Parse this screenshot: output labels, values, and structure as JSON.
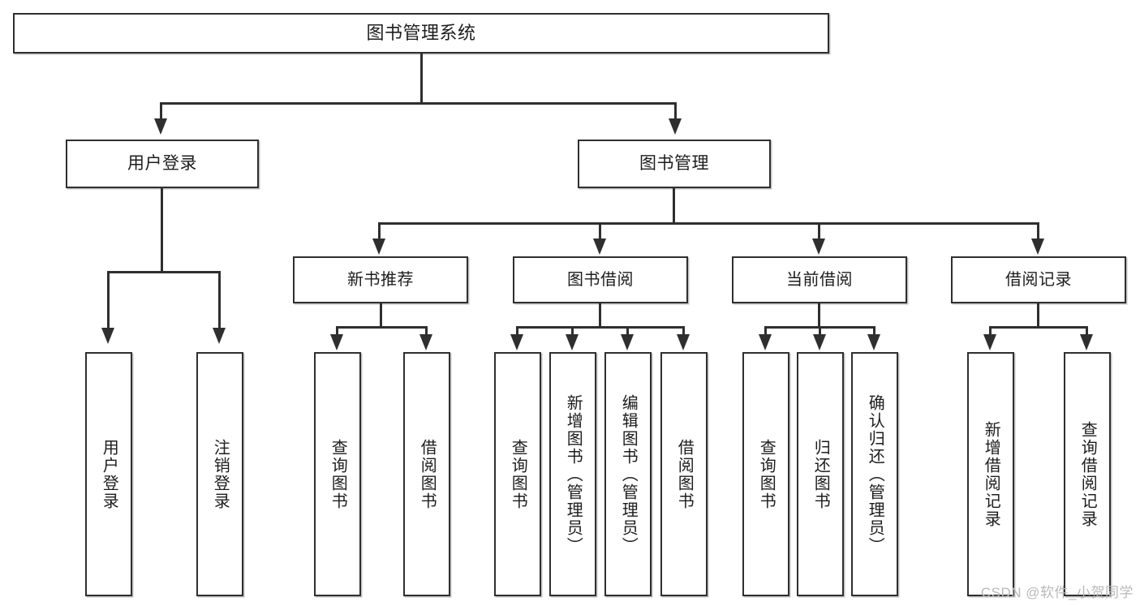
{
  "diagram": {
    "type": "tree-hierarchy-chart",
    "title": "图书管理系统",
    "watermark": "CSDN @软件_小贺同学",
    "colors": {
      "background": "#ffffff",
      "stroke": "#2f2f2f",
      "text": "#1d1d1d",
      "watermark": "#b9b9b9"
    },
    "root": {
      "label": "图书管理系统"
    },
    "level1": [
      {
        "id": "user-login",
        "label": "用户登录"
      },
      {
        "id": "book-manage",
        "label": "图书管理"
      }
    ],
    "level2": [
      {
        "id": "new-book-recommend",
        "label": "新书推荐"
      },
      {
        "id": "book-borrow",
        "label": "图书借阅"
      },
      {
        "id": "current-borrow",
        "label": "当前借阅"
      },
      {
        "id": "borrow-record",
        "label": "借阅记录"
      }
    ],
    "leaves": {
      "user-login": [
        {
          "id": "leaf-user-login",
          "label": "用户登录"
        },
        {
          "id": "leaf-logout-login",
          "label": "注销登录"
        }
      ],
      "new-book-recommend": [
        {
          "id": "leaf-query-book-1",
          "label": "查询图书"
        },
        {
          "id": "leaf-borrow-book-1",
          "label": "借阅图书"
        }
      ],
      "book-borrow": [
        {
          "id": "leaf-query-book-2",
          "label": "查询图书"
        },
        {
          "id": "leaf-add-book",
          "label": "新增图书（管理员）"
        },
        {
          "id": "leaf-edit-book",
          "label": "编辑图书（管理员）"
        },
        {
          "id": "leaf-borrow-book-2",
          "label": "借阅图书"
        }
      ],
      "current-borrow": [
        {
          "id": "leaf-query-book-3",
          "label": "查询图书"
        },
        {
          "id": "leaf-return-book",
          "label": "归还图书"
        },
        {
          "id": "leaf-confirm-return",
          "label": "确认归还（管理员）"
        }
      ],
      "borrow-record": [
        {
          "id": "leaf-add-record",
          "label": "新增借阅记录"
        },
        {
          "id": "leaf-query-record",
          "label": "查询借阅记录"
        }
      ]
    }
  }
}
